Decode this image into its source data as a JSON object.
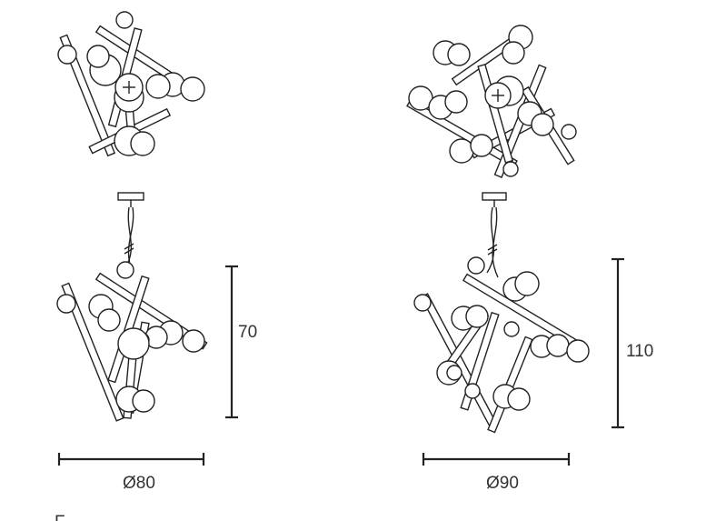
{
  "colors": {
    "line": "#222222",
    "dimension": "#222222",
    "fill": "#ffffff"
  },
  "models": [
    {
      "diameter_label": "Ø80",
      "height_label": "70"
    },
    {
      "diameter_label": "Ø90",
      "height_label": "110"
    }
  ],
  "footer_mark": "F"
}
